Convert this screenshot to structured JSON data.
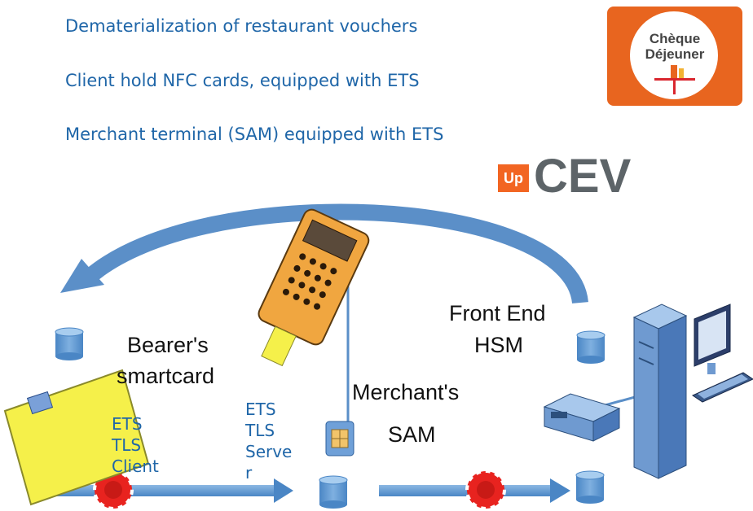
{
  "bullets": [
    "Dematerialization of restaurant  vouchers",
    "Client  hold NFC cards, equipped with ETS",
    "Merchant terminal (SAM) equipped with ETS"
  ],
  "logos": {
    "cheque_line1": "Chèque",
    "cheque_line2": "Déjeuner",
    "up": "Up",
    "cev": "CEV"
  },
  "labels": {
    "bearer_line1": "Bearer's",
    "bearer_line2": "smartcard",
    "frontend_line1": "Front End",
    "frontend_line2": "HSM",
    "merchant_line1": "Merchant's",
    "merchant_line2": "SAM"
  },
  "client_stack": [
    "ETS",
    "TLS",
    "Client"
  ],
  "server_stack": [
    "ETS",
    "TLS",
    "Serve",
    "r"
  ],
  "colors": {
    "text_blue": "#1f66a8",
    "arrow_blue": "#5b9bd5",
    "cylinder_blue": "#5b9bd5",
    "token_red": "#e8231f",
    "logo_orange": "#e8651f",
    "card_yellow": "#f5f04a"
  }
}
